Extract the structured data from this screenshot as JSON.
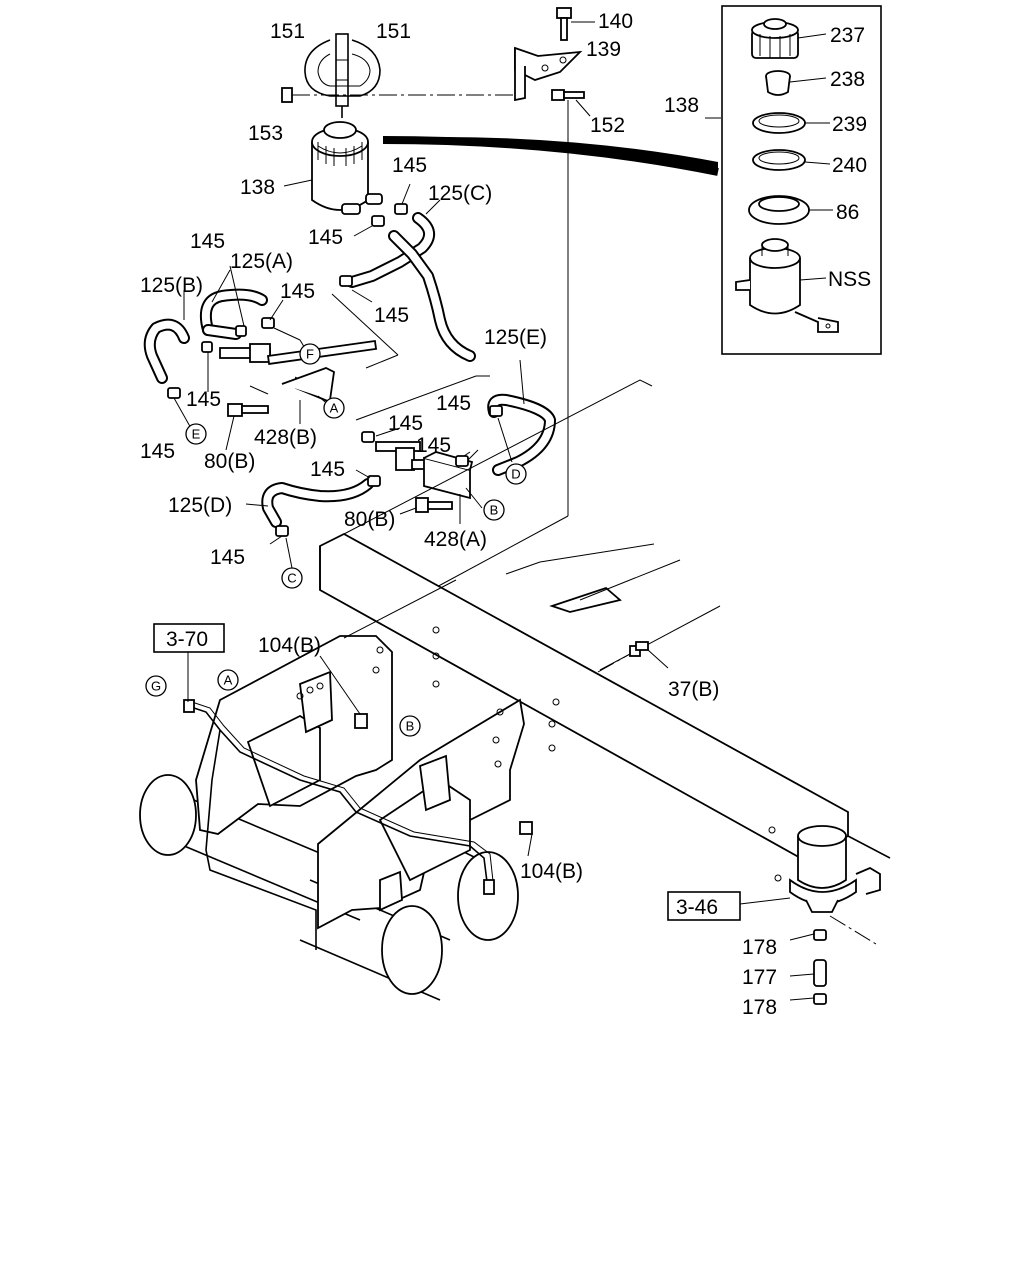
{
  "callouts": {
    "c151a": "151",
    "c151b": "151",
    "c140": "140",
    "c139": "139",
    "c153": "153",
    "c152": "152",
    "c138_res": "138",
    "c138_kit": "138",
    "c145_1": "145",
    "c145_2": "145",
    "c145_3": "145",
    "c145_4": "145",
    "c145_5": "145",
    "c145_6": "145",
    "c145_7": "145",
    "c145_8": "145",
    "c145_9": "145",
    "c145_10": "145",
    "c145_11": "145",
    "c145_12": "145",
    "c125c": "125(C)",
    "c125a": "125(A)",
    "c125b": "125(B)",
    "c125e": "125(E)",
    "c125d": "125(D)",
    "c428b": "428(B)",
    "c428a": "428(A)",
    "c80b_1": "80(B)",
    "c80b_2": "80(B)",
    "c104b_1": "104(B)",
    "c104b_2": "104(B)",
    "c37b": "37(B)",
    "c178_1": "178",
    "c177": "177",
    "c178_2": "178",
    "c237": "237",
    "c238": "238",
    "c239": "239",
    "c240": "240",
    "c86": "86",
    "cNSS": "NSS"
  },
  "references": {
    "r370": "3-70",
    "r346": "3-46"
  },
  "circled_letters": {
    "A1": "A",
    "B1": "B",
    "C1": "C",
    "D1": "D",
    "E1": "E",
    "F1": "F",
    "G1": "G",
    "A2": "A",
    "B2": "B"
  }
}
